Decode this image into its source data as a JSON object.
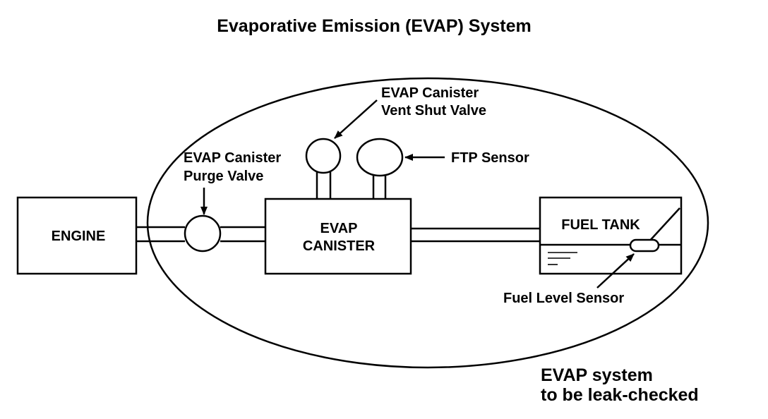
{
  "title": "Evaporative Emission (EVAP) System",
  "components": {
    "engine": "ENGINE",
    "canister_line1": "EVAP",
    "canister_line2": "CANISTER",
    "fuel_tank": "FUEL TANK"
  },
  "labels": {
    "purge_valve_line1": "EVAP Canister",
    "purge_valve_line2": "Purge Valve",
    "vent_valve_line1": "EVAP Canister",
    "vent_valve_line2": "Vent Shut Valve",
    "ftp_sensor": "FTP Sensor",
    "fuel_level_sensor": "Fuel Level Sensor"
  },
  "boundary_note": {
    "line1": "EVAP system",
    "line2": "to be leak-checked"
  }
}
